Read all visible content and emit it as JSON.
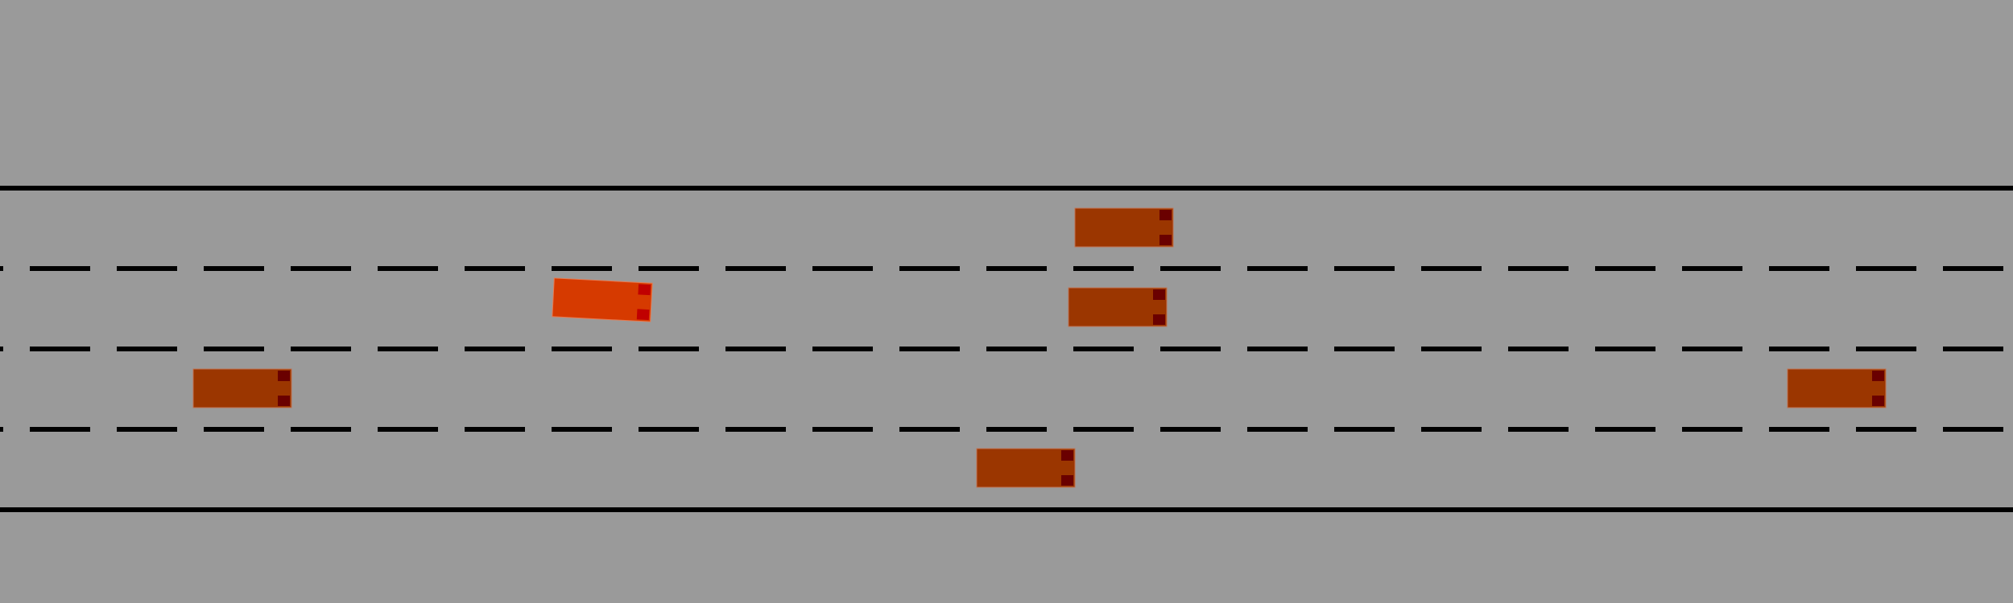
{
  "scene": {
    "type": "highway-top-down",
    "background_color": "#9a9a9a",
    "road": {
      "lane_count": 4,
      "edge_line_color": "#000000",
      "lane_divider_style": "dashed",
      "lane_divider_color": "#000000",
      "travel_direction": "right"
    },
    "ego_vehicle": {
      "lane": 2,
      "color": "#d63a00",
      "light_color": "#c00000",
      "heading": "slightly-tilted",
      "state": "changing-lanes"
    },
    "other_vehicles_color": "#9b3600",
    "other_vehicles_light_color": "#6a0000",
    "other_vehicles": [
      {
        "id": "car-a",
        "lane": 1
      },
      {
        "id": "car-b",
        "lane": 2
      },
      {
        "id": "car-c",
        "lane": 3
      },
      {
        "id": "car-d",
        "lane": 3
      },
      {
        "id": "car-e",
        "lane": 4
      }
    ]
  }
}
